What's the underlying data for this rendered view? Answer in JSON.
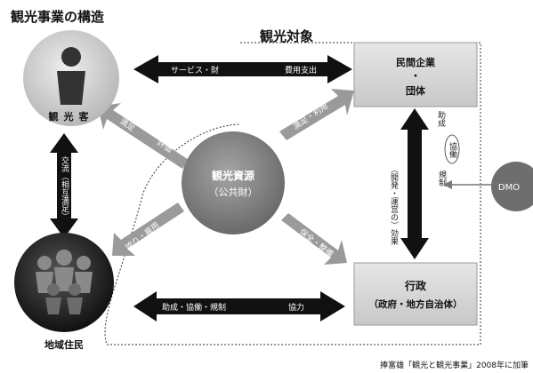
{
  "title": "観光事業の構造",
  "scope_label": "観光対象",
  "nodes": {
    "tourist": {
      "label": "観光客",
      "color": "#cfcfcf"
    },
    "resident": {
      "label": "地域住民",
      "color": "#222222"
    },
    "resource": {
      "label": "観光資源",
      "sublabel": "（公共財）",
      "color": "#8a8a8a"
    },
    "private": {
      "label_line1": "民間企業",
      "label_dot": "・",
      "label_line2": "団体",
      "color": "#d8d8d8"
    },
    "government": {
      "label_line1": "行政",
      "label_line2": "（政府・地方自治体）",
      "color": "#e2e2e2"
    },
    "dmo": {
      "label": "DMO",
      "color": "#6e6e6e"
    }
  },
  "arrows": {
    "tourist_private_left": "サービス・財",
    "tourist_private_right": "費用支出",
    "resident_government_left": "助成・協働・規制",
    "resident_government_right": "協力",
    "tourist_resident": "交流（相互満足）",
    "private_gov_label1": "助成",
    "private_gov_label2": "協働",
    "private_gov_label3": "規制",
    "private_gov_effect": "（開発・運営の）効果",
    "tourist_resource_a": "満足",
    "tourist_resource_b": "評価",
    "private_resource": "満足・利用",
    "resident_resource": "誇り・雇用",
    "government_resource": "保全・整備"
  },
  "source_note": "捧富雄「観光と観光事業」2008年に加筆"
}
